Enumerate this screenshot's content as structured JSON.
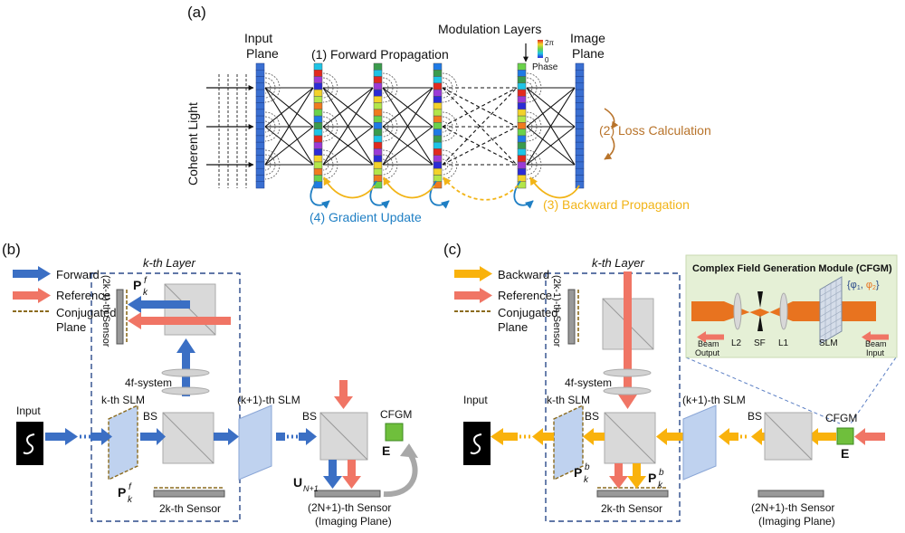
{
  "panel_a": {
    "tag": "(a)",
    "coherent_light": "Coherent Light",
    "input_plane": [
      "Input",
      "Plane"
    ],
    "forward_propagation": "(1) Forward Propagation",
    "modulation_layers": "Modulation Layers",
    "phase_legend": {
      "max": "2π",
      "min": "0",
      "label": "Phase"
    },
    "image_plane": [
      "Image",
      "Plane"
    ],
    "loss_calculation": "(2) Loss Calculation",
    "backward_propagation": "(3) Backward Propagation",
    "gradient_update": "(4) Gradient Update",
    "colors": {
      "loss": "#b8732a",
      "backward": "#f2b417",
      "gradient": "#1f7fc4",
      "plane": "#3a6fd1"
    }
  },
  "panel_b": {
    "tag": "(b)",
    "legend": {
      "forward": "Forward",
      "reference": "Reference",
      "conjugated_plane": [
        "Conjugated",
        "Plane"
      ]
    },
    "kth_layer": "k-th Layer",
    "sensor_2k_minus_1": "(2k-1)-th Sensor",
    "p_upper": {
      "base": "P",
      "sub": "k",
      "sup": "f"
    },
    "four_f": "4f-system",
    "kth_slm": "k-th SLM",
    "bs_inner": "BS",
    "p_lower": {
      "base": "P",
      "sub": "k",
      "sup": "f"
    },
    "sensor_2k": "2k-th Sensor",
    "input": "Input",
    "k1_slm": "(k+1)-th SLM",
    "bs_outer": "BS",
    "cfgm": "CFGM",
    "e_label": "E",
    "u_label": {
      "base": "U",
      "sub": "N+1"
    },
    "imaging_sensor": [
      "(2N+1)-th Sensor",
      "(Imaging Plane)"
    ],
    "colors": {
      "forward": "#3b6fc4",
      "reference": "#f07565"
    }
  },
  "panel_c": {
    "tag": "(c)",
    "legend": {
      "backward": "Backward",
      "reference": "Reference",
      "conjugated_plane": [
        "Conjugated",
        "Plane"
      ]
    },
    "kth_layer": "k-th Layer",
    "sensor_2k_minus_1": "(2k-1)-th Sensor",
    "four_f": "4f-system",
    "kth_slm": "k-th SLM",
    "bs_inner": "BS",
    "p_label": {
      "base": "P",
      "sub": "k",
      "sup": "b"
    },
    "p_label_2": {
      "base": "P",
      "sub": "k",
      "sup": "b"
    },
    "sensor_2k": "2k-th Sensor",
    "input": "Input",
    "k1_slm": "(k+1)-th SLM",
    "bs_outer": "BS",
    "cfgm": "CFGM",
    "e_label": "E",
    "imaging_sensor": [
      "(2N+1)-th Sensor",
      "(Imaging Plane)"
    ],
    "cfgm_module": {
      "title": "Complex Field Generation Module (CFGM)",
      "phi": [
        "{φ",
        "1",
        ", ",
        "φ",
        "2",
        "}"
      ],
      "beam_output": [
        "Beam",
        "Output"
      ],
      "l2": "L2",
      "sf": "SF",
      "l1": "L1",
      "slm": "SLM",
      "beam_input": [
        "Beam",
        "Input"
      ]
    },
    "colors": {
      "backward": "#f9b20c",
      "reference": "#f07565"
    }
  }
}
